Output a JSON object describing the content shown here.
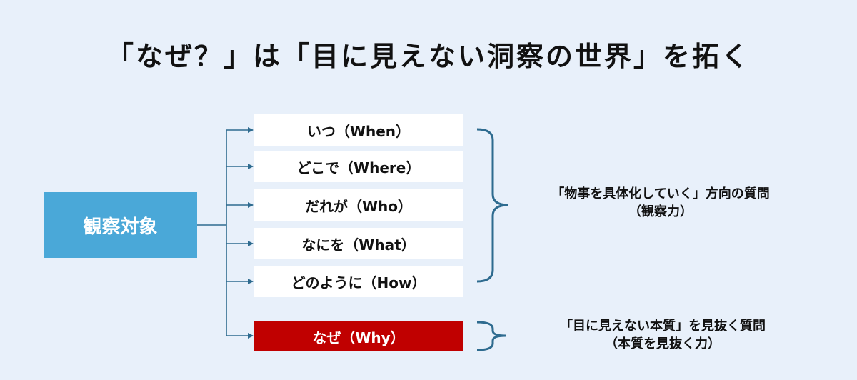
{
  "title": "「なぜ？」は「目に見えない洞察の世界」を拓く",
  "subject": "観察対象",
  "questions": [
    {
      "label": "いつ（When）"
    },
    {
      "label": "どこで（Where）"
    },
    {
      "label": "だれが（Who）"
    },
    {
      "label": "なにを（What）"
    },
    {
      "label": "どのように（How）"
    },
    {
      "label": "なぜ（Why）"
    }
  ],
  "group_concrete": {
    "line1": "「物事を具体化していく」方向の質問",
    "line2": "（観察力）"
  },
  "group_essence": {
    "line1": "「目に見えない本質」を見抜く質問",
    "line2": "（本質を見抜く力）"
  },
  "colors": {
    "background": "#e8f0fa",
    "subject_box": "#4aa8d8",
    "why_box": "#c00000",
    "connector": "#2e6b8f"
  }
}
